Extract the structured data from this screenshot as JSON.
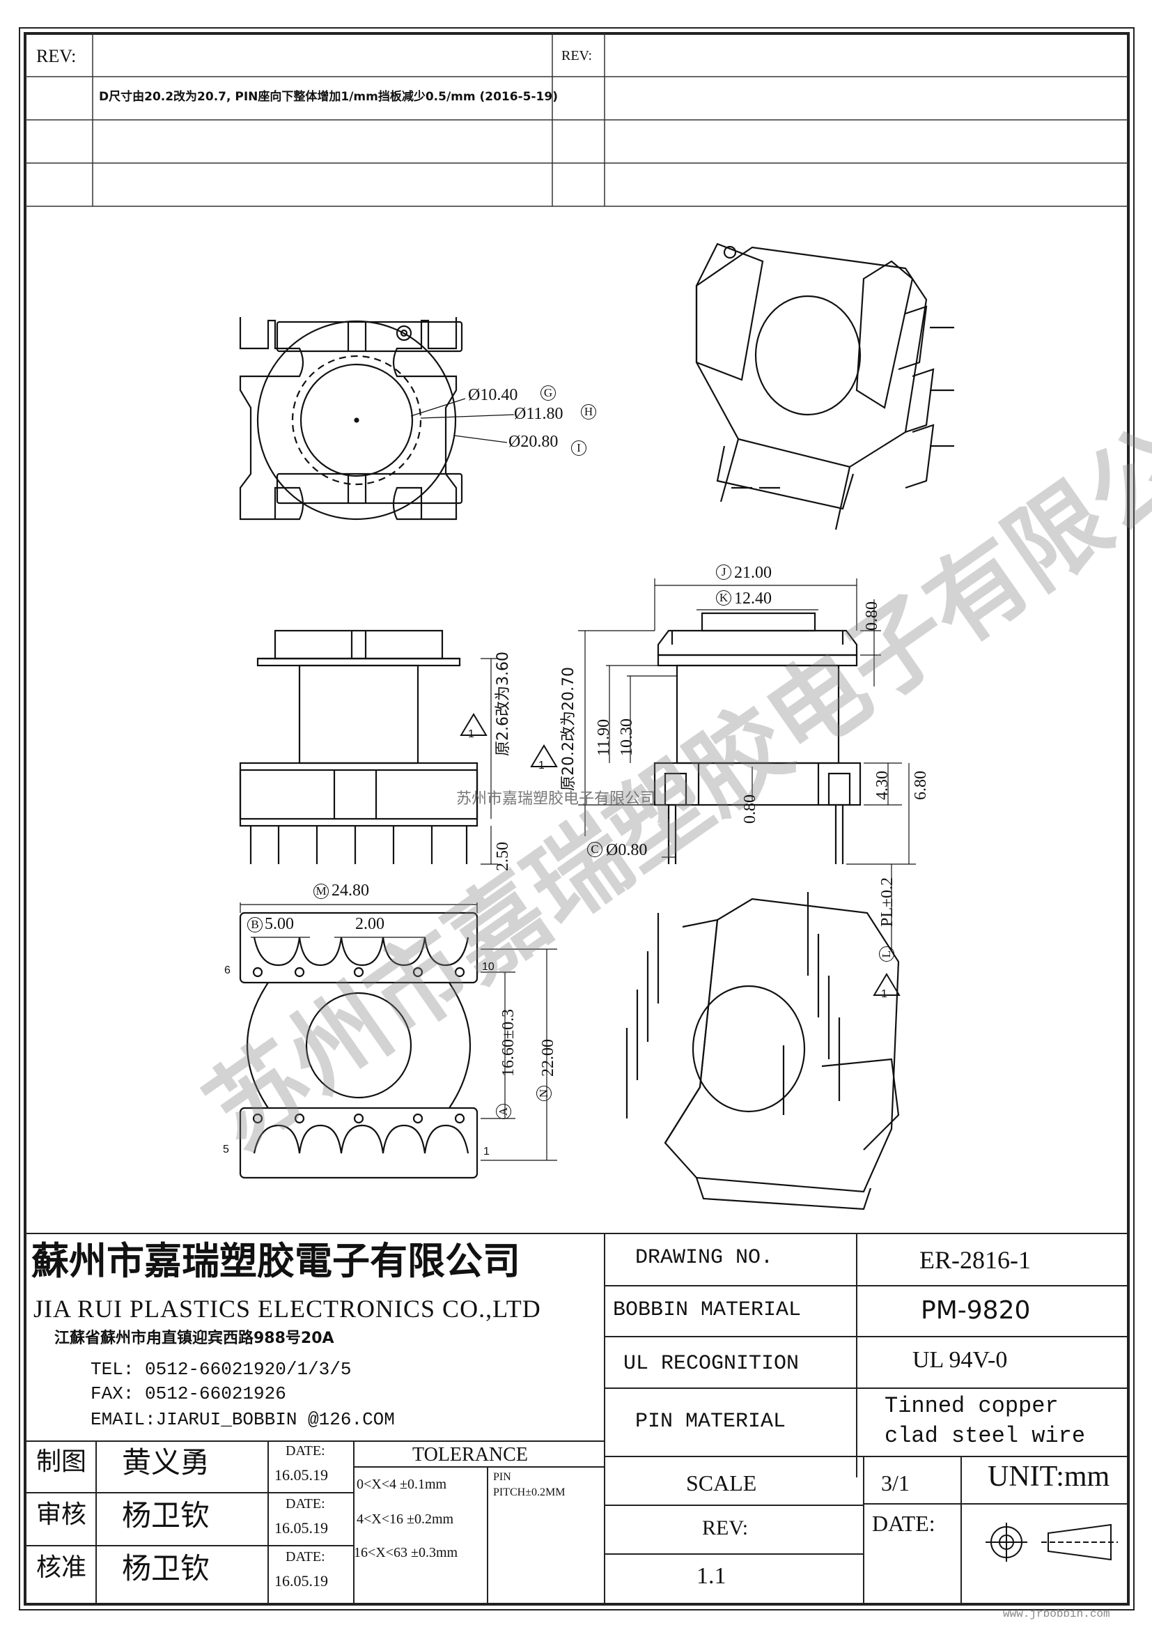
{
  "revision_block": {
    "rev_label_left": "REV:",
    "rev_label_right": "REV:",
    "rev_note": "D尺寸由20.2改为20.7, PIN座向下整体增加1/mm挡板减少0.5/mm (2016-5-19)"
  },
  "dimensions": {
    "dia_g": "Ø10.40",
    "circle_g": "G",
    "dia_h": "Ø11.80",
    "circle_h": "H",
    "dia_i": "Ø20.80",
    "circle_i": "I",
    "top_j": "21.00",
    "circle_j": "J",
    "top_k": "12.40",
    "circle_k": "K",
    "h_080_top": "0.80",
    "d_2070": "原20.2改为20.70",
    "h_1190": "11.90",
    "h_1030": "10.30",
    "h_260": "原2.6改为3.60",
    "h_250": "2.50",
    "h_080_mid": "0.80",
    "h_430": "4.30",
    "h_680": "6.80",
    "pin_dia": "Ø0.80",
    "circle_c": "C",
    "pl": "PL±0.2",
    "circle_l": "L",
    "w_2480": "24.80",
    "circle_m": "M",
    "pitch_b": "5.00",
    "circle_b": "B",
    "pitch_200": "2.00",
    "h_1660": "16.60±0.3",
    "circle_a": "A",
    "h_2200": "22.00",
    "circle_n": "N",
    "pin_6": "6",
    "pin_10": "10",
    "pin_5": "5",
    "pin_1": "1",
    "rev_mark": "1"
  },
  "watermark": {
    "center_text": "苏州市嘉瑞塑胶电子有限公司",
    "url": "www.jrbobbin.com"
  },
  "company": {
    "name_cn": "蘇州市嘉瑞塑胶電子有限公司",
    "name_en": "JIA RUI PLASTICS ELECTRONICS CO.,LTD",
    "address": "江蘇省蘇州市甪直镇迎宾西路988号20A",
    "tel": "TEL: 0512-66021920/1/3/5",
    "fax": "FAX: 0512-66021926",
    "email": "EMAIL:JIARUI_BOBBIN @126.COM"
  },
  "title_block": {
    "drawing_no_label": "DRAWING NO.",
    "drawing_no": "ER-2816-1",
    "bobbin_material_label": "BOBBIN MATERIAL",
    "bobbin_material": "PM-9820",
    "ul_label": "UL RECOGNITION",
    "ul_value": "UL 94V-0",
    "pin_material_label": "PIN MATERIAL",
    "pin_material_1": "Tinned copper",
    "pin_material_2": "clad steel wire",
    "scale_label": "SCALE",
    "scale": "3/1",
    "unit": "UNIT:mm",
    "rev_label": "REV:",
    "rev": "1.1",
    "date_label": "DATE:"
  },
  "approval": {
    "rows": [
      {
        "role": "制图",
        "name": "黄义勇",
        "date_label": "DATE:",
        "date": "16.05.19"
      },
      {
        "role": "审核",
        "name": "杨卫钦",
        "date_label": "DATE:",
        "date": "16.05.19"
      },
      {
        "role": "核准",
        "name": "杨卫钦",
        "date_label": "DATE:",
        "date": "16.05.19"
      }
    ],
    "tolerance_label": "TOLERANCE",
    "tol_1": "0<X<4  ±0.1mm",
    "tol_2": "4<X<16 ±0.2mm",
    "tol_3": "16<X<63 ±0.3mm",
    "pin_label": "PIN",
    "pitch_tol": "PITCH±0.2MM"
  }
}
